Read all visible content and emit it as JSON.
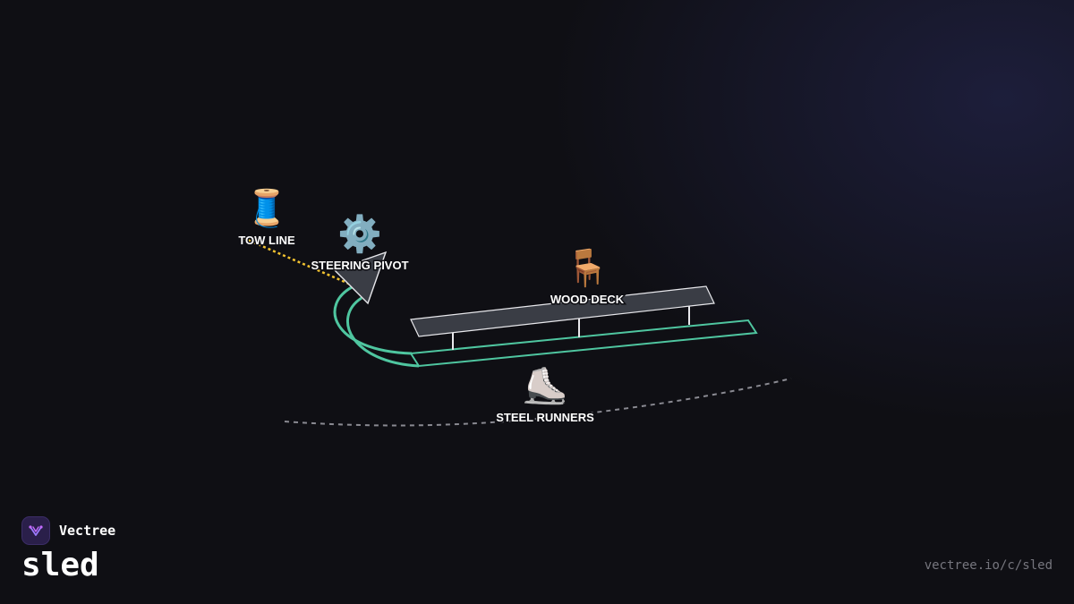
{
  "brand": {
    "name": "Vectree",
    "logo_icon": "vectree-logo-icon",
    "accent": "#7c5cff"
  },
  "page": {
    "title": "sled",
    "url": "vectree.io/c/sled"
  },
  "diagram": {
    "colors": {
      "runner": "#4fc6a0",
      "deck_fill": "#3a3d45",
      "deck_stroke": "#e8e8ec",
      "tow_line": "#f2c230",
      "ground": "#8a8a92",
      "label": "#ffffff"
    },
    "parts": [
      {
        "id": "tow-line",
        "label": "TOW LINE",
        "icon": "spool-of-thread-icon",
        "glyph": "🧵"
      },
      {
        "id": "steering-pivot",
        "label": "STEERING PIVOT",
        "icon": "gear-icon",
        "glyph": "⚙️"
      },
      {
        "id": "wood-deck",
        "label": "WOOD DECK",
        "icon": "chair-icon",
        "glyph": "🪑"
      },
      {
        "id": "steel-runners",
        "label": "STEEL RUNNERS",
        "icon": "ice-skate-icon",
        "glyph": "⛸️"
      }
    ]
  }
}
